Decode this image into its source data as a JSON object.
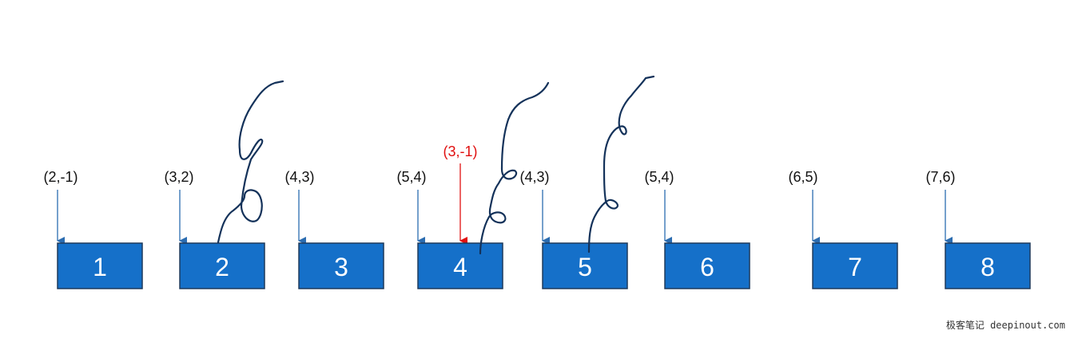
{
  "colors": {
    "box_fill": "#1570c9",
    "box_border": "#1f3a5c",
    "box_text": "#ffffff",
    "arrow": "#2b6cb0",
    "highlight": "#e01010",
    "scribble": "#14325a"
  },
  "boxes": [
    {
      "label": "1",
      "coord": "(2,-1)"
    },
    {
      "label": "2",
      "coord": "(3,2)"
    },
    {
      "label": "3",
      "coord": "(4,3)"
    },
    {
      "label": "4",
      "coord": "(5,4)",
      "highlight_coord": "(3,-1)"
    },
    {
      "label": "5",
      "coord": "(4,3)"
    },
    {
      "label": "6",
      "coord": "(5,4)"
    },
    {
      "label": "7",
      "coord": "(6,5)"
    },
    {
      "label": "8",
      "coord": "(7,6)"
    }
  ],
  "watermark": "极客笔记 deepinout.com"
}
